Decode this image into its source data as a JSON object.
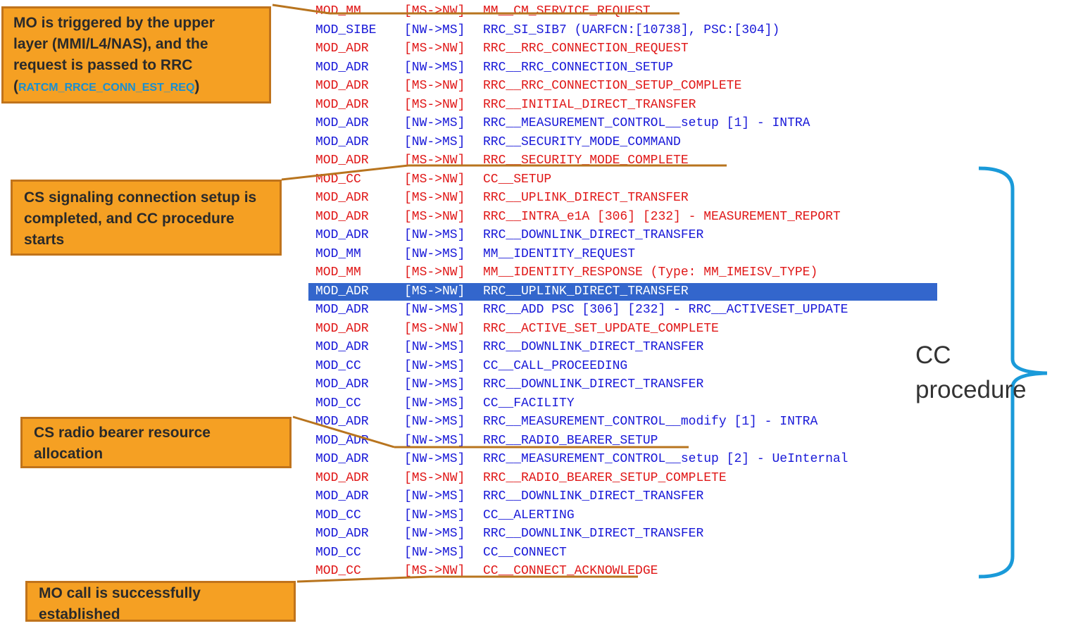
{
  "log_rows": [
    {
      "mod": "MOD_MM",
      "dir": "[MS->NW]",
      "msg": "MM__CM_SERVICE_REQUEST",
      "color": "red"
    },
    {
      "mod": "MOD_SIBE",
      "dir": "[NW->MS]",
      "msg": "RRC_SI_SIB7 (UARFCN:[10738], PSC:[304])",
      "color": "blue"
    },
    {
      "mod": "MOD_ADR",
      "dir": "[MS->NW]",
      "msg": "RRC__RRC_CONNECTION_REQUEST",
      "color": "red"
    },
    {
      "mod": "MOD_ADR",
      "dir": "[NW->MS]",
      "msg": "RRC__RRC_CONNECTION_SETUP",
      "color": "blue"
    },
    {
      "mod": "MOD_ADR",
      "dir": "[MS->NW]",
      "msg": "RRC__RRC_CONNECTION_SETUP_COMPLETE",
      "color": "red"
    },
    {
      "mod": "MOD_ADR",
      "dir": "[MS->NW]",
      "msg": "RRC__INITIAL_DIRECT_TRANSFER",
      "color": "red"
    },
    {
      "mod": "MOD_ADR",
      "dir": "[NW->MS]",
      "msg": "RRC__MEASUREMENT_CONTROL__setup [1] - INTRA",
      "color": "blue"
    },
    {
      "mod": "MOD_ADR",
      "dir": "[NW->MS]",
      "msg": "RRC__SECURITY_MODE_COMMAND",
      "color": "blue"
    },
    {
      "mod": "MOD_ADR",
      "dir": "[MS->NW]",
      "msg": "RRC__SECURITY_MODE_COMPLETE",
      "color": "red"
    },
    {
      "mod": "MOD_CC",
      "dir": "[MS->NW]",
      "msg": "CC__SETUP",
      "color": "red"
    },
    {
      "mod": "MOD_ADR",
      "dir": "[MS->NW]",
      "msg": "RRC__UPLINK_DIRECT_TRANSFER",
      "color": "red"
    },
    {
      "mod": "MOD_ADR",
      "dir": "[MS->NW]",
      "msg": "RRC__INTRA_e1A [306] [232] - MEASUREMENT_REPORT",
      "color": "red"
    },
    {
      "mod": "MOD_ADR",
      "dir": "[NW->MS]",
      "msg": "RRC__DOWNLINK_DIRECT_TRANSFER",
      "color": "blue"
    },
    {
      "mod": "MOD_MM",
      "dir": "[NW->MS]",
      "msg": "MM__IDENTITY_REQUEST",
      "color": "blue"
    },
    {
      "mod": "MOD_MM",
      "dir": "[MS->NW]",
      "msg": "MM__IDENTITY_RESPONSE (Type: MM_IMEISV_TYPE)",
      "color": "red"
    },
    {
      "mod": "MOD_ADR",
      "dir": "[MS->NW]",
      "msg": "RRC__UPLINK_DIRECT_TRANSFER",
      "color": "selected"
    },
    {
      "mod": "MOD_ADR",
      "dir": "[NW->MS]",
      "msg": "RRC__ADD PSC [306] [232] - RRC__ACTIVESET_UPDATE",
      "color": "blue"
    },
    {
      "mod": "MOD_ADR",
      "dir": "[MS->NW]",
      "msg": "RRC__ACTIVE_SET_UPDATE_COMPLETE",
      "color": "red"
    },
    {
      "mod": "MOD_ADR",
      "dir": "[NW->MS]",
      "msg": "RRC__DOWNLINK_DIRECT_TRANSFER",
      "color": "blue"
    },
    {
      "mod": "MOD_CC",
      "dir": "[NW->MS]",
      "msg": "CC__CALL_PROCEEDING",
      "color": "blue"
    },
    {
      "mod": "MOD_ADR",
      "dir": "[NW->MS]",
      "msg": "RRC__DOWNLINK_DIRECT_TRANSFER",
      "color": "blue"
    },
    {
      "mod": "MOD_CC",
      "dir": "[NW->MS]",
      "msg": "CC__FACILITY",
      "color": "blue"
    },
    {
      "mod": "MOD_ADR",
      "dir": "[NW->MS]",
      "msg": "RRC__MEASUREMENT_CONTROL__modify [1] - INTRA",
      "color": "blue"
    },
    {
      "mod": "MOD_ADR",
      "dir": "[NW->MS]",
      "msg": "RRC__RADIO_BEARER_SETUP",
      "color": "blue"
    },
    {
      "mod": "MOD_ADR",
      "dir": "[NW->MS]",
      "msg": "RRC__MEASUREMENT_CONTROL__setup [2] - UeInternal",
      "color": "blue"
    },
    {
      "mod": "MOD_ADR",
      "dir": "[MS->NW]",
      "msg": "RRC__RADIO_BEARER_SETUP_COMPLETE",
      "color": "red"
    },
    {
      "mod": "MOD_ADR",
      "dir": "[NW->MS]",
      "msg": "RRC__DOWNLINK_DIRECT_TRANSFER",
      "color": "blue"
    },
    {
      "mod": "MOD_CC",
      "dir": "[NW->MS]",
      "msg": "CC__ALERTING",
      "color": "blue"
    },
    {
      "mod": "MOD_ADR",
      "dir": "[NW->MS]",
      "msg": "RRC__DOWNLINK_DIRECT_TRANSFER",
      "color": "blue"
    },
    {
      "mod": "MOD_CC",
      "dir": "[NW->MS]",
      "msg": "CC__CONNECT",
      "color": "blue"
    },
    {
      "mod": "MOD_CC",
      "dir": "[MS->NW]",
      "msg": "CC__CONNECT_ACKNOWLEDGE",
      "color": "red"
    }
  ],
  "callouts": {
    "mo_trigger": {
      "line1": "MO is triggered by the upper",
      "line2": "layer (MMI/L4/NAS), and the",
      "line3": "request is passed to RRC",
      "open_paren": "(",
      "ref": "RATCM_RRCE_CONN_EST_REQ",
      "close_paren": ")"
    },
    "cs_signaling": {
      "line1": "CS signaling connection setup is",
      "line2": "completed, and CC procedure",
      "line3": "starts"
    },
    "rb_allocation": {
      "line1": "CS radio bearer resource",
      "line2": "allocation"
    },
    "mo_established": {
      "line1": "MO call is successfully",
      "line2": "established"
    }
  },
  "cc_procedure": {
    "line1": "CC",
    "line2": "procedure"
  },
  "colors": {
    "red_text": "#e01818",
    "blue_text": "#1818d8",
    "selected_row_bg": "#3366cc",
    "callout_fill": "#f5a023",
    "callout_border": "#c0731b",
    "connector_line": "#b8741e",
    "brace": "#1a9ad9",
    "ref_text": "#1a8fd0"
  }
}
